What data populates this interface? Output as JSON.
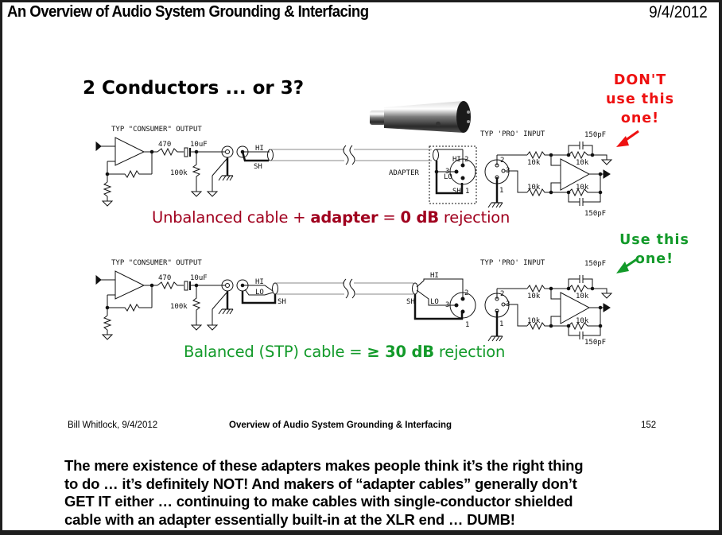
{
  "header": {
    "title": "An Overview of Audio System Grounding & Interfacing",
    "date": "9/4/2012"
  },
  "slide": {
    "title": "2 Conductors ... or 3?",
    "callouts": {
      "dont": {
        "lines": [
          "DON'T",
          "use this",
          "one!"
        ],
        "color": "#ee1111"
      },
      "use": {
        "lines": [
          "Use this",
          "one!"
        ],
        "color": "#139a2a"
      }
    },
    "schematic_labels": {
      "consumer_output": "TYP \"CONSUMER\" OUTPUT",
      "pro_input": "TYP 'PRO' INPUT",
      "r_series": "470",
      "cap": "10uF",
      "r_shunt": "100k",
      "hi": "HI",
      "lo": "LO",
      "sh": "SH",
      "adapter": "ADAPTER",
      "pin1": "1",
      "pin2": "2",
      "pin3": "3",
      "r_in": "10k",
      "c_fb": "150pF"
    },
    "diagram_top": {
      "caption_prefix": "Unbalanced cable + ",
      "caption_bold1": "adapter",
      "caption_mid": " = ",
      "caption_bold2": "0 dB",
      "caption_suffix": " rejection",
      "color": "#a0001e"
    },
    "diagram_bottom": {
      "caption_prefix": "Balanced (STP) cable = ",
      "caption_bold": "≥ 30 dB",
      "caption_suffix": " rejection",
      "color": "#139a2a"
    }
  },
  "footer": {
    "author_date": "Bill Whitlock, 9/4/2012",
    "deck_title": "Overview of Audio System Grounding & Interfacing",
    "page_number": "152"
  },
  "notes": {
    "lines": [
      "The mere existence of these adapters makes people think it’s the right thing",
      "to do … it’s definitely NOT!  And makers of “adapter cables” generally don’t",
      "GET IT either … continuing to make cables with single-conductor shielded",
      "cable with an adapter essentially built-in at the XLR end … DUMB!"
    ]
  }
}
